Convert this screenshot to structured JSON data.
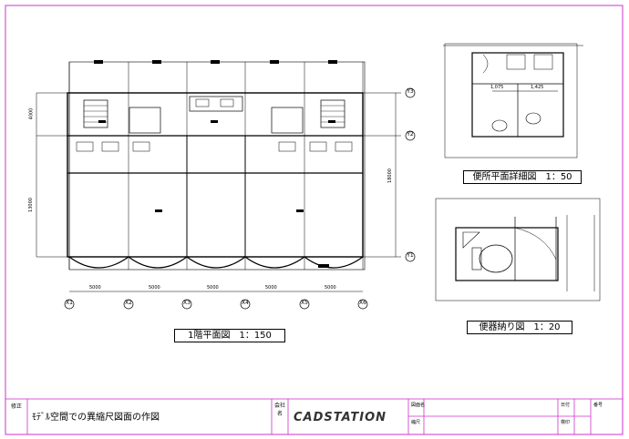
{
  "colors": {
    "border": "#cc33cc",
    "line": "#000000",
    "brand": "#333333"
  },
  "plan_1f": {
    "caption": "1階平面図　1：150",
    "axis_x": [
      "X1",
      "X2",
      "X3",
      "X4",
      "X5",
      "X6"
    ],
    "axis_y": [
      "Y3",
      "Y2",
      "Y1"
    ],
    "dim_bottom": [
      "5000",
      "5000",
      "5000",
      "5000",
      "5000"
    ],
    "dim_left_upper": "4000",
    "dim_left_lower": "13000",
    "dim_right": "18000"
  },
  "toilet_plan": {
    "caption": "便所平面詳細図　1：50",
    "dims": [
      "1,075",
      "1,425"
    ]
  },
  "toilet_layout": {
    "caption": "便器納り図　1：20"
  },
  "title_block": {
    "left_vertical": "修正",
    "title": "ﾓﾃﾞﾙ空間での異縮尺図面の作図",
    "mid_vertical": "会社名",
    "brand": "CADSTATION",
    "field_1": "図面名",
    "field_2": "縮尺",
    "field_3": "日付",
    "field_4": "番号",
    "field_5": "検印"
  }
}
